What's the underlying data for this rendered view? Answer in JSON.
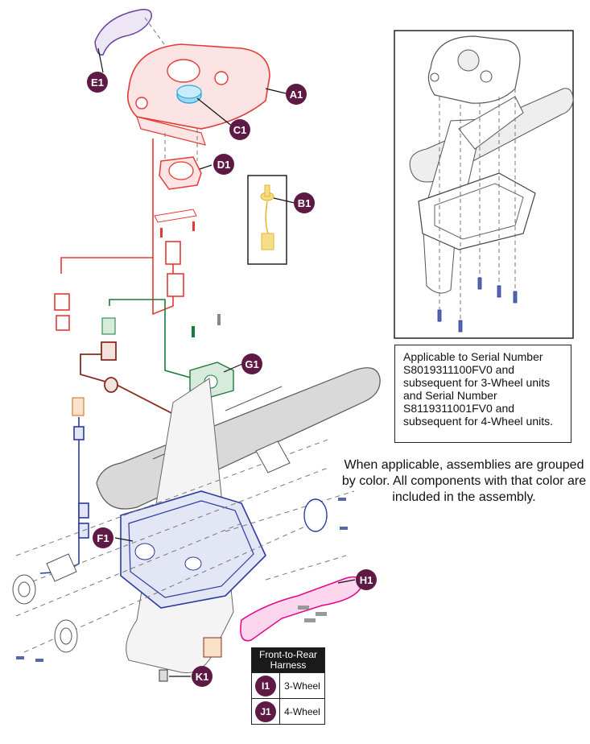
{
  "colors": {
    "callout": "#5e1a45",
    "A1": "#e53935",
    "B1": "#e6b422",
    "C1": "#29a8e0",
    "E1": "#6a3fa0",
    "F1": "#2b3aa0",
    "G1": "#1b7a3a",
    "H1": "#e6008a",
    "red_wire": "#e53935",
    "brown_wire": "#8a2b1e",
    "blue_wire": "#2b3aa0",
    "green_wire": "#1b7a3a"
  },
  "callouts": {
    "E1": "E1",
    "A1": "A1",
    "C1": "C1",
    "D1": "D1",
    "B1": "B1",
    "G1": "G1",
    "F1": "F1",
    "H1": "H1",
    "K1": "K1"
  },
  "inset_note": "Applicable to Serial Number S8019311100FV0 and subsequent for 3-Wheel units and Serial Number S8119311001FV0 and subsequent for 4-Wheel units.",
  "color_note": "When applicable, assemblies are grouped by color. All components with that color are included in the assembly.",
  "harness": {
    "title": "Front-to-Rear Harness",
    "rows": [
      {
        "badge": "I1",
        "label": "3-Wheel"
      },
      {
        "badge": "J1",
        "label": "4-Wheel"
      }
    ]
  }
}
